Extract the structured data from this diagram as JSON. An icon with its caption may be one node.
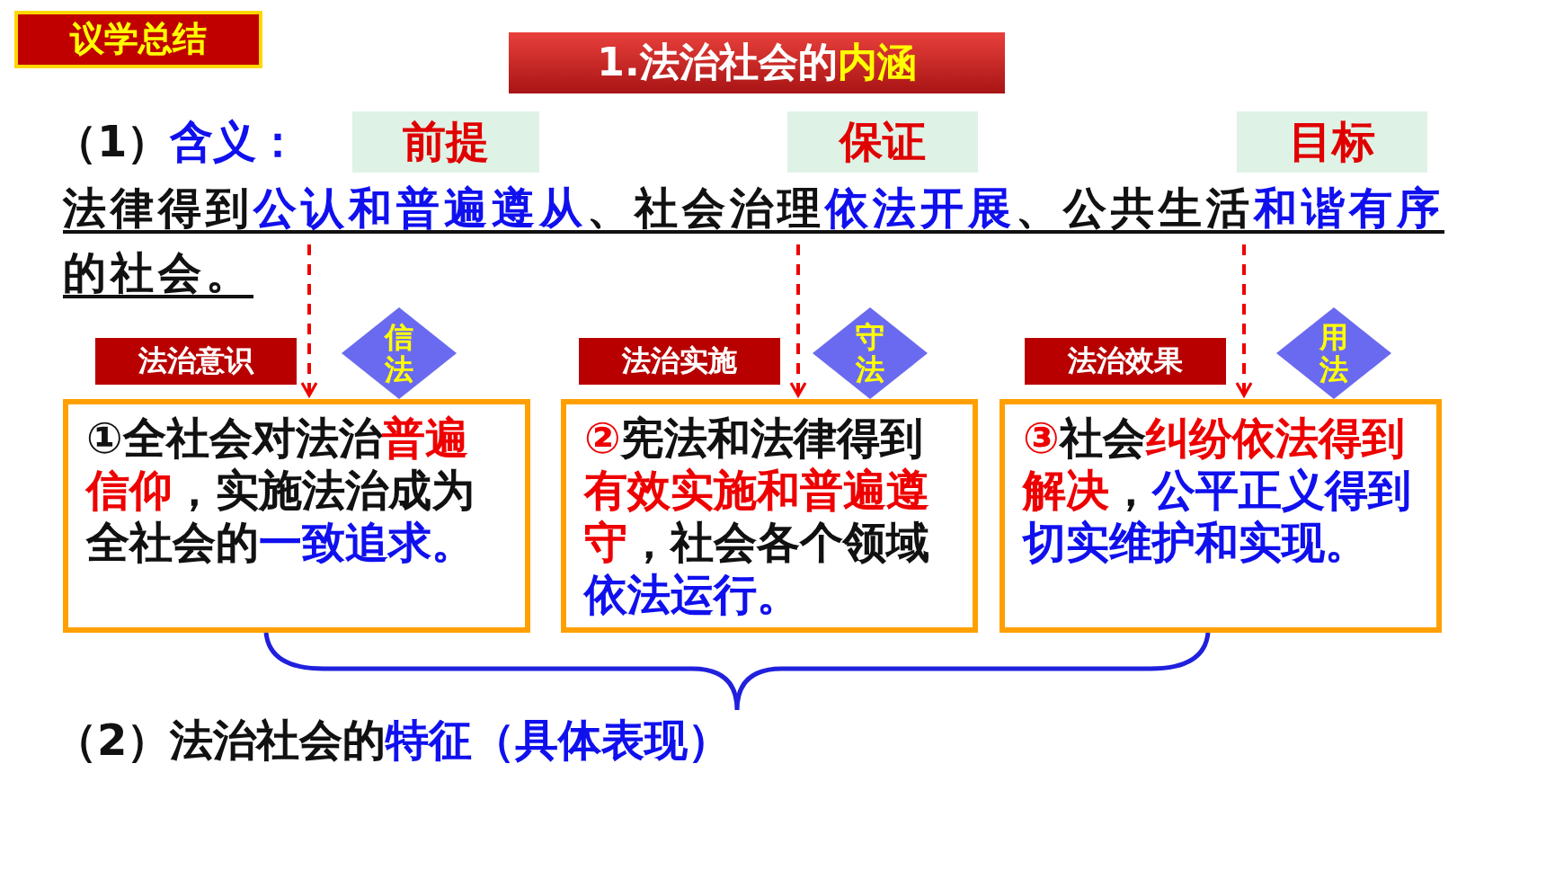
{
  "diagram": {
    "title": "1.法治社会的**内涵**",
    "nodes": [
      {
        "text": [
          "前提"
        ]
      },
      {
        "text": [
          "保证"
        ]
      },
      {
        "text": [
          "目标"
        ]
      },
      {
        "text": [
          "法律得到**公认和普遍遵从**、社会治理**依法开展**、公共生活**和谐有序**的社会。"
        ]
      },
      {
        "text": [
          "法治意识"
        ]
      },
      {
        "text": [
          "信法"
        ]
      },
      {
        "text": [
          "①全社会对法治**普遍信仰**，实施法治成为全社会的**一致追求。**"
        ]
      },
      {
        "text": [
          "法治实施"
        ]
      },
      {
        "text": [
          "守法"
        ]
      },
      {
        "text": [
          "**②**宪法和法律得到**有效实施和普遍遵守**，社会各个领域**依法运行。**"
        ]
      },
      {
        "text": [
          "法治效果"
        ]
      },
      {
        "text": [
          "用法"
        ]
      },
      {
        "text": [
          "**③**社会**纠纷依法得到解决**，**公平正义得到切实维护和实现。**"
        ]
      }
    ],
    "edges": [
      {
        "from": 3,
        "to": 6,
        "arrow": "to",
        "style": "dashed"
      },
      {
        "from": 3,
        "to": 9,
        "arrow": "to",
        "style": "dashed"
      },
      {
        "from": 3,
        "to": 12,
        "arrow": "to",
        "style": "dashed"
      }
    ],
    "labels": [
      "议学总结",
      "（1）**含义：**",
      "（2）法治社会的**特征（具体表现）**"
    ]
  }
}
